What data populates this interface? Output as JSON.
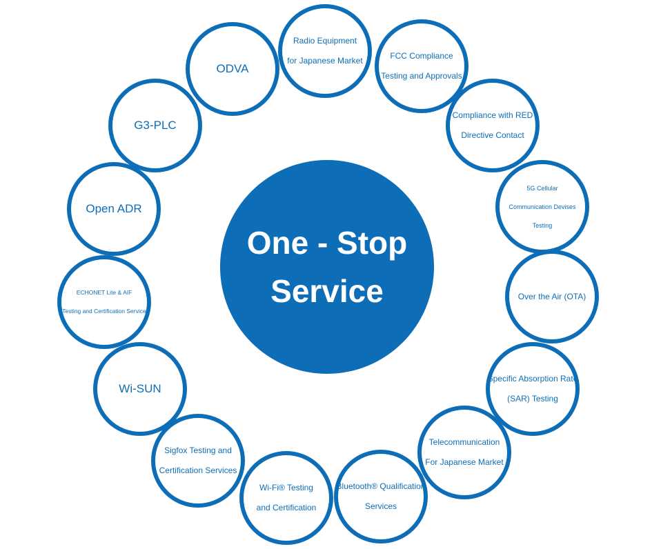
{
  "hub": {
    "line1": "One - Stop",
    "line2": "Service"
  },
  "services": {
    "radio_japan": [
      "Radio Equipment",
      "for Japanese Market"
    ],
    "fcc": [
      "FCC Compliance",
      "Testing and Approvals"
    ],
    "red": [
      "Compliance with RED",
      "Directive Contact"
    ],
    "cellular_5g": [
      "5G Cellular",
      "Communication Devises",
      "Testing"
    ],
    "ota": [
      "Over the Air (OTA)"
    ],
    "sar": [
      "Specific Absorption Rate",
      "(SAR) Testing"
    ],
    "telecom_japan": [
      "Telecommunication",
      "For Japanese Market"
    ],
    "bluetooth": [
      "Bluetooth® Qualification",
      "Services"
    ],
    "wifi": [
      "Wi-Fi® Testing",
      "and Certification"
    ],
    "sigfox": [
      "Sigfox Testing and",
      "Certification Services"
    ],
    "wisun": [
      "Wi-SUN"
    ],
    "echonet": [
      "ECHONET Lite & AIF",
      "Testing and Certification Service"
    ],
    "openadr": [
      "Open ADR"
    ],
    "g3plc": [
      "G3-PLC"
    ],
    "odva": [
      "ODVA"
    ]
  },
  "colors": {
    "brand_blue": "#0d6eb7",
    "background": "#ffffff"
  }
}
